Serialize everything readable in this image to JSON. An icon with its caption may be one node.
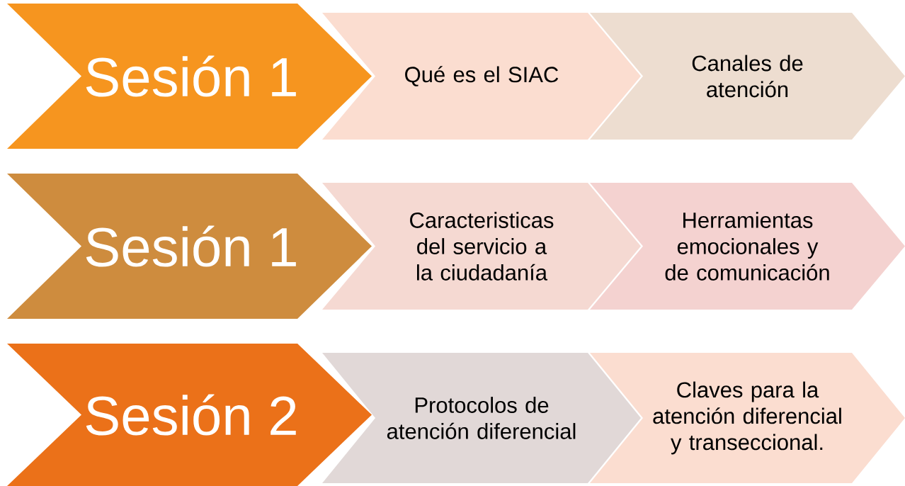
{
  "diagram": {
    "nodes": [
      {
        "text": [
          "Sesión 1"
        ]
      },
      {
        "text": [
          "Qué es el SIAC"
        ]
      },
      {
        "text": [
          "Canales de atención"
        ]
      },
      {
        "text": [
          "Sesión 1"
        ]
      },
      {
        "text": [
          "Caracteristicas del servicio a la ciudadanía"
        ]
      },
      {
        "text": [
          "Herramientas emocionales y de comunicación"
        ]
      },
      {
        "text": [
          "Sesión 2"
        ]
      },
      {
        "text": [
          "Protocolos de atención diferencial"
        ]
      },
      {
        "text": [
          "Claves para la atención diferencial y transeccional."
        ]
      }
    ]
  }
}
